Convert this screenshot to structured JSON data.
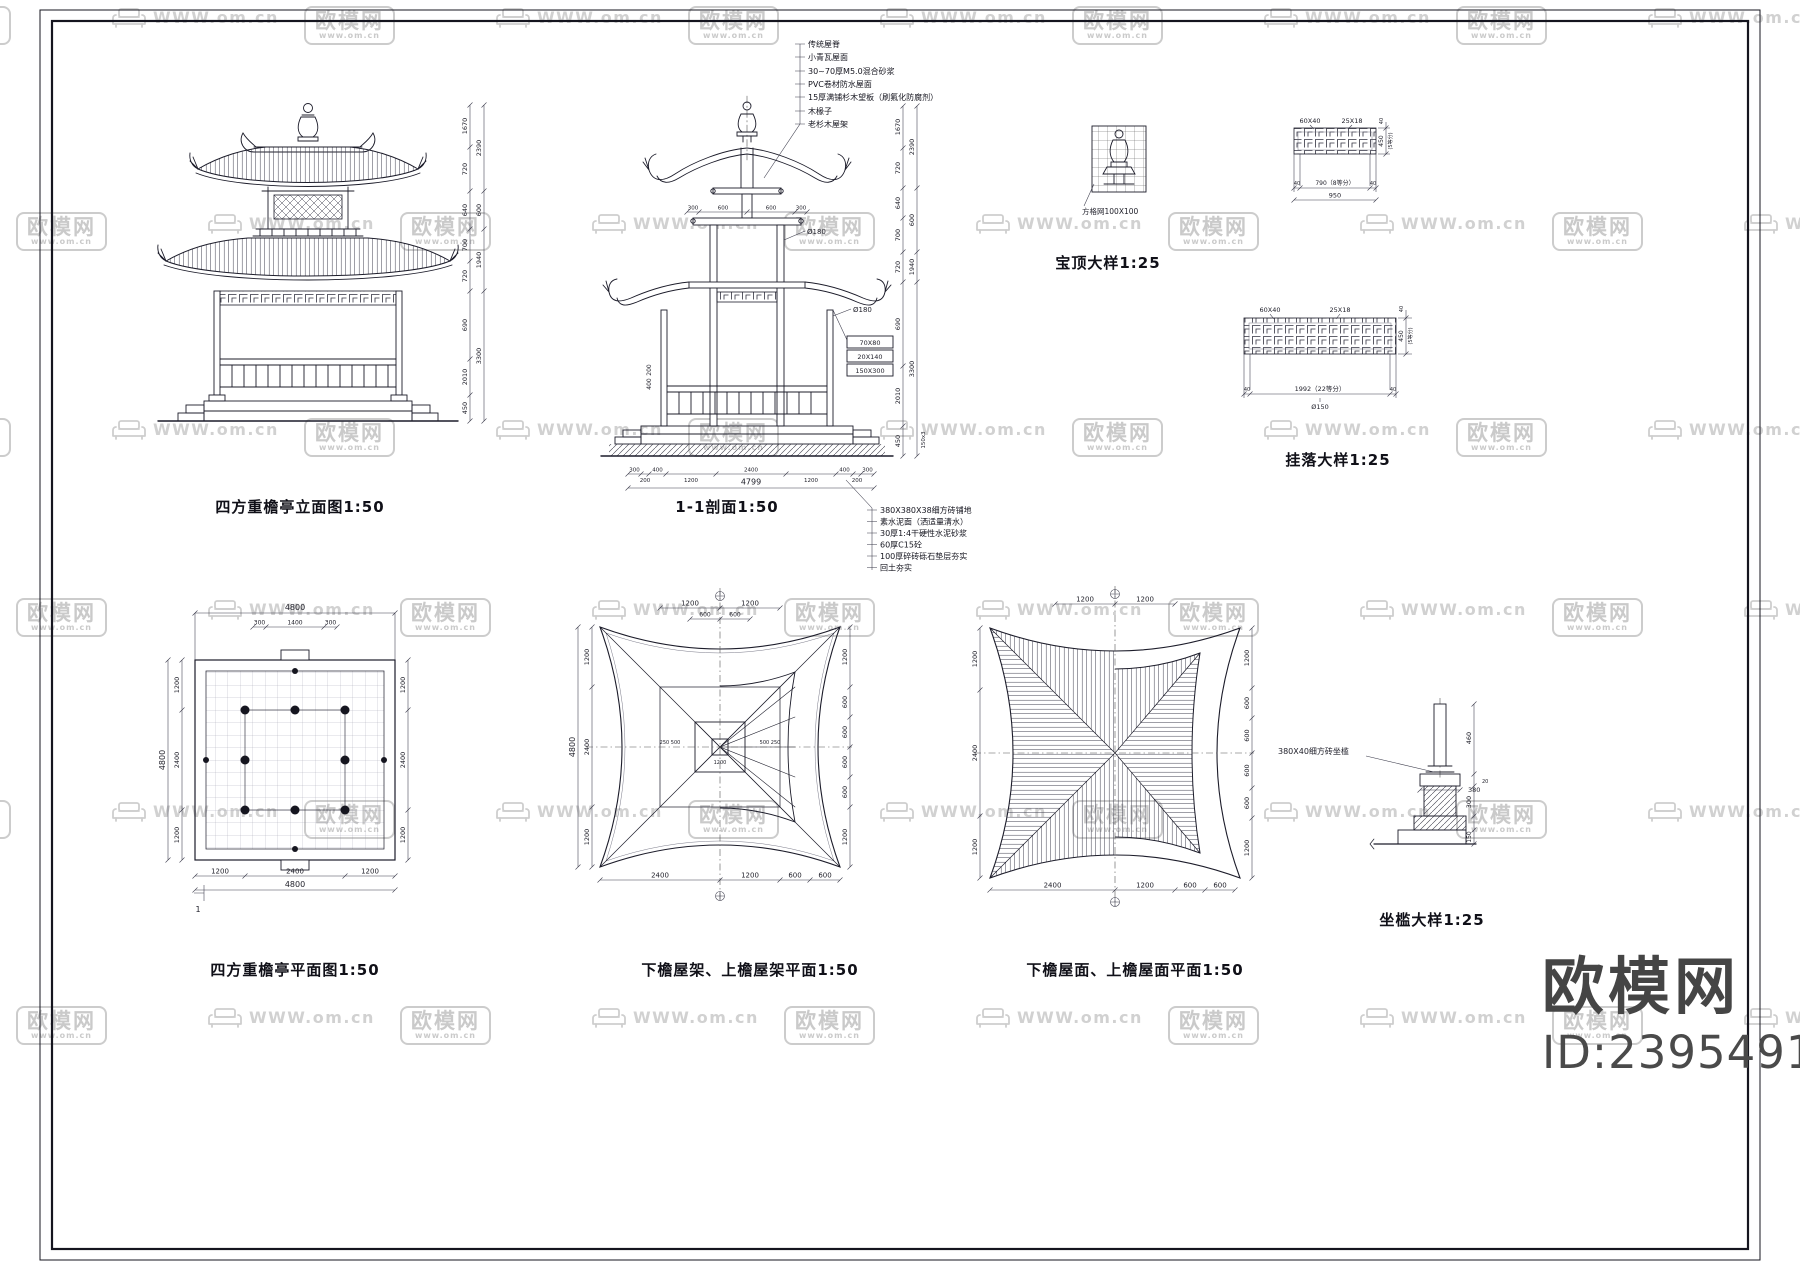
{
  "titles": {
    "elevation": "四方重檐亭立面图1:50",
    "section": "1-1剖面1:50",
    "baoding": "宝顶大样1:25",
    "gualuo": "挂落大样1:25",
    "plan": "四方重檐亭平面图1:50",
    "frame": "下檐屋架、上檐屋架平面1:50",
    "surface": "下檐屋面、上檐屋面平面1:50",
    "seat": "坐槛大样1:25"
  },
  "notes": {
    "roof": [
      "传统屋脊",
      "小青瓦屋面",
      "30~70厚M5.0混合砂浆",
      "PVC卷材防水屋面",
      "15厚满铺杉木望板（刷氟化防腐剂）",
      "木椽子",
      "老杉木屋架"
    ],
    "floor": [
      "380X380X38细方砖铺地",
      "素水泥面（洒适量清水）",
      "30厚1:4干硬性水泥砂浆",
      "60厚C15砼",
      "100厚碎砖砾石垫层夯实",
      "回土夯实"
    ]
  },
  "dims": {
    "elev_inner": [
      "1670",
      "720",
      "640",
      "700",
      "720",
      "690",
      "2010",
      "450"
    ],
    "elev_outer": [
      "2390",
      "600",
      "1940",
      "3300"
    ],
    "sec_top": [
      "300",
      "600",
      "600",
      "300"
    ],
    "sec_mid_a": "200",
    "sec_mid_b": "400",
    "sec_steps": "150x3",
    "sec_bottom": [
      "300",
      "200",
      "400",
      "1200",
      "2400",
      "1200",
      "400",
      "200",
      "300"
    ],
    "sec_total": "4799",
    "dia": "Ø180",
    "sec_boxes": [
      "70X80",
      "20X140",
      "150X300"
    ],
    "plan_top_total": "4800",
    "plan_top": [
      "300",
      "1400",
      "300"
    ],
    "plan_left": [
      "1200",
      "2400",
      "1200"
    ],
    "plan_left_total": "4800",
    "plan_bottom": [
      "1200",
      "2400",
      "1200"
    ],
    "plan_bottom_total": "4800",
    "cut_label": "1",
    "frame_top": [
      "1200",
      "1200"
    ],
    "frame_top_sub": [
      "600",
      "600"
    ],
    "frame_right": [
      "1200",
      "600",
      "600",
      "600",
      "600",
      "1200"
    ],
    "frame_left_total": "4800",
    "frame_inner_l": "250 500",
    "frame_inner_c": "1200",
    "frame_inner_r": "500 250",
    "frame_bottom": [
      "2400",
      "1200",
      "600",
      "600"
    ],
    "baoding_grid": "方格网100X100",
    "g1": {
      "a": "60X40",
      "b": "25X18",
      "c40l": "40",
      "mid": "790（8等分）",
      "c40r": "40",
      "total": "950",
      "v": "450",
      "v2": "(5等分)",
      "v40": "40"
    },
    "g2": {
      "a": "60X40",
      "b": "25X18",
      "c40l": "40",
      "mid": "1992（22等分）",
      "c40r": "40",
      "dia": "Ø150",
      "v": "450",
      "v2": "(5等分)",
      "v40": "40"
    },
    "seat": {
      "label": "380X40细方砖坐槛",
      "w": "380",
      "v1": "460",
      "v2": "300",
      "v3": "150",
      "t": "20"
    }
  },
  "watermark": {
    "brand": "欧模网",
    "url": "WWW.om.cn",
    "url_lower": "www.om.cn"
  },
  "brand": {
    "name": "欧模网",
    "id": "ID:2395491"
  }
}
